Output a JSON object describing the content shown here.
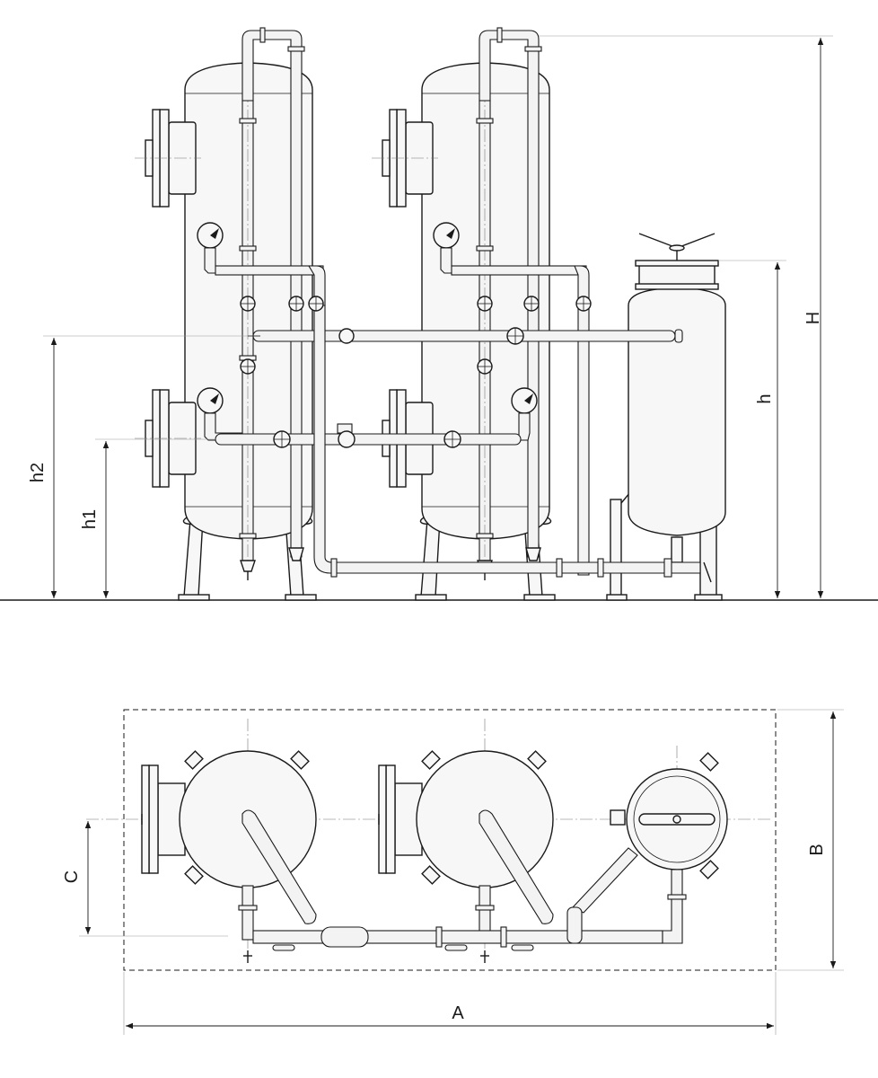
{
  "dimensions": {
    "H": "H",
    "h": "h",
    "h2": "h2",
    "h1": "h1",
    "A": "A",
    "B": "B",
    "C": "C"
  }
}
